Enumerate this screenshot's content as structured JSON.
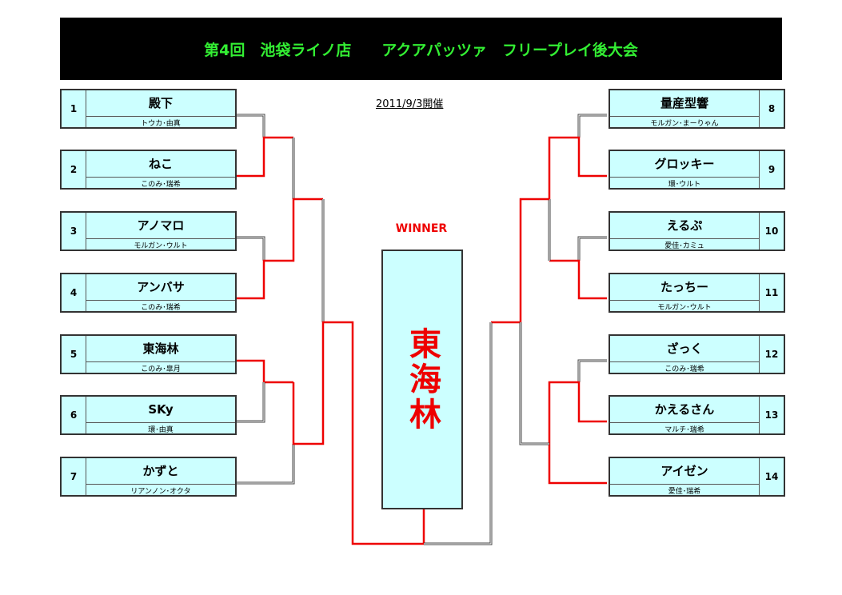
{
  "header": {
    "title": "第4回　池袋ライノ店　　アクアパッツァ　フリープレイ後大会"
  },
  "date": "2011/9/3開催",
  "winner": {
    "label": "WINNER",
    "name": "東海林"
  },
  "entries_left": [
    {
      "seed": "1",
      "team": "殿下",
      "members": "トウカ･由真"
    },
    {
      "seed": "2",
      "team": "ねこ",
      "members": "このみ･瑞希"
    },
    {
      "seed": "3",
      "team": "アノマロ",
      "members": "モルガン･ウルト"
    },
    {
      "seed": "4",
      "team": "アンバサ",
      "members": "このみ･瑞希"
    },
    {
      "seed": "5",
      "team": "東海林",
      "members": "このみ･皐月"
    },
    {
      "seed": "6",
      "team": "SKy",
      "members": "環･由真"
    },
    {
      "seed": "7",
      "team": "かずと",
      "members": "リアンノン･オクタ"
    }
  ],
  "entries_right": [
    {
      "seed": "8",
      "team": "量産型響",
      "members": "モルガン･まーりゃん"
    },
    {
      "seed": "9",
      "team": "グロッキー",
      "members": "環･ウルト"
    },
    {
      "seed": "10",
      "team": "えるぷ",
      "members": "愛佳･カミュ"
    },
    {
      "seed": "11",
      "team": "たっちー",
      "members": "モルガン･ウルト"
    },
    {
      "seed": "12",
      "team": "ざっく",
      "members": "このみ･瑞希"
    },
    {
      "seed": "13",
      "team": "かえるさん",
      "members": "マルチ･瑞希"
    },
    {
      "seed": "14",
      "team": "アイゼン",
      "members": "愛佳･瑞希"
    }
  ],
  "colors": {
    "win_line": "#ee0000",
    "lose_line": "#444444",
    "box_bg": "#ccffff",
    "title": "#33ee33"
  }
}
